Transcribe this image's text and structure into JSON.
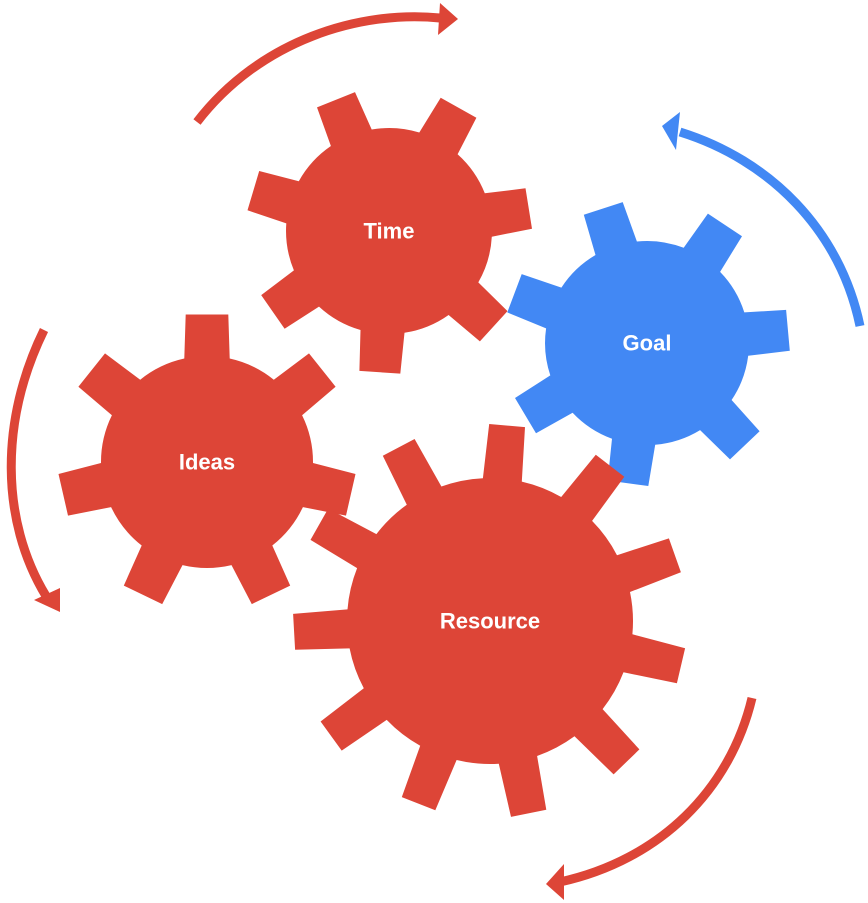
{
  "colors": {
    "red": "#DD4537",
    "blue": "#4288F4",
    "background": "#FFFFFF"
  },
  "gears": {
    "time": {
      "label": "Time",
      "color": "red",
      "teeth": 7
    },
    "goal": {
      "label": "Goal",
      "color": "blue",
      "teeth": 7
    },
    "ideas": {
      "label": "Ideas",
      "color": "red",
      "teeth": 7
    },
    "resource": {
      "label": "Resource",
      "color": "red",
      "teeth": 11
    }
  },
  "arrows": {
    "top": {
      "color": "red",
      "direction": "clockwise"
    },
    "right": {
      "color": "blue",
      "direction": "counter-clockwise"
    },
    "left": {
      "color": "red",
      "direction": "counter-clockwise"
    },
    "bottom": {
      "color": "red",
      "direction": "clockwise"
    }
  }
}
